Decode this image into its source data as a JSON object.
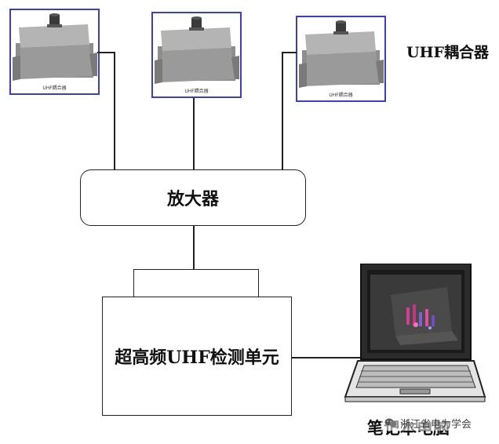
{
  "couplers": [
    {
      "caption": "UHF耦合器"
    },
    {
      "caption": "UHF耦合器"
    },
    {
      "caption": "UHF耦合器"
    }
  ],
  "legend": {
    "uhf_coupler": "UHF耦合器"
  },
  "amplifier": {
    "label": "放大器"
  },
  "detector": {
    "label": "超高频UHF检测单元"
  },
  "laptop": {
    "label": "笔记本电脑"
  },
  "watermark": {
    "text": "浙江省电力学会"
  }
}
